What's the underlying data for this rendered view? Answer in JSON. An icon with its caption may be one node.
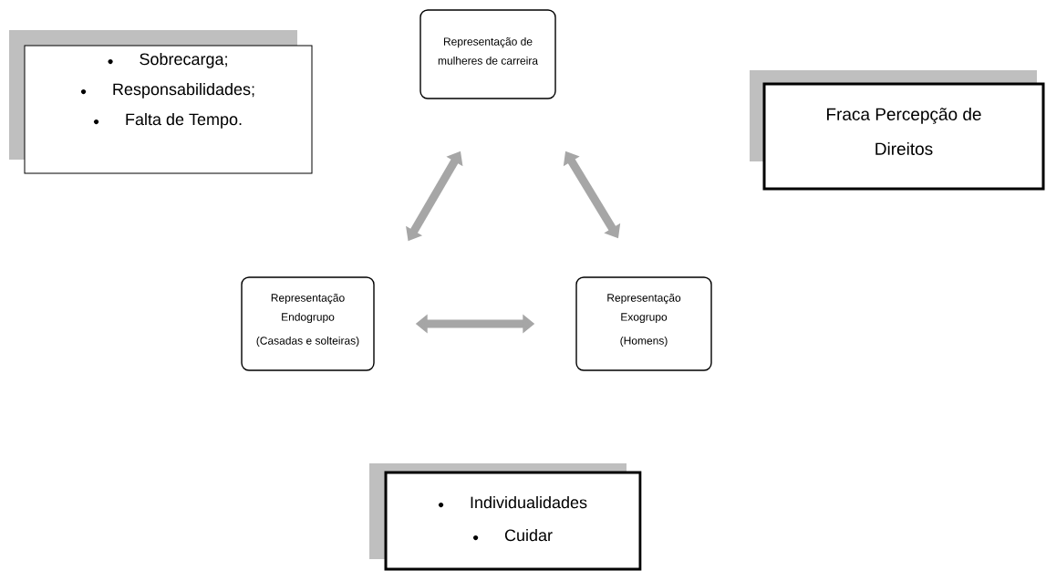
{
  "diagram": {
    "nodes": [
      {
        "text": [
          "Representação de mulheres de carreira"
        ]
      },
      {
        "text": [
          "Representação Endogrupo",
          "(Casadas e solteiras)"
        ]
      },
      {
        "text": [
          "Representação Exogrupo",
          "(Homens)"
        ]
      },
      {
        "text": [
          "Sobrecarga;",
          "Responsabilidades;",
          "Falta de Tempo."
        ]
      },
      {
        "text": [
          "Fraca Percepção de Direitos"
        ]
      },
      {
        "text": [
          "Individualidades",
          "Cuidar"
        ]
      }
    ],
    "edges": [
      {
        "from": 0,
        "to": 1,
        "arrow": "both"
      },
      {
        "from": 0,
        "to": 2,
        "arrow": "both"
      },
      {
        "from": 1,
        "to": 2,
        "arrow": "both"
      }
    ]
  }
}
